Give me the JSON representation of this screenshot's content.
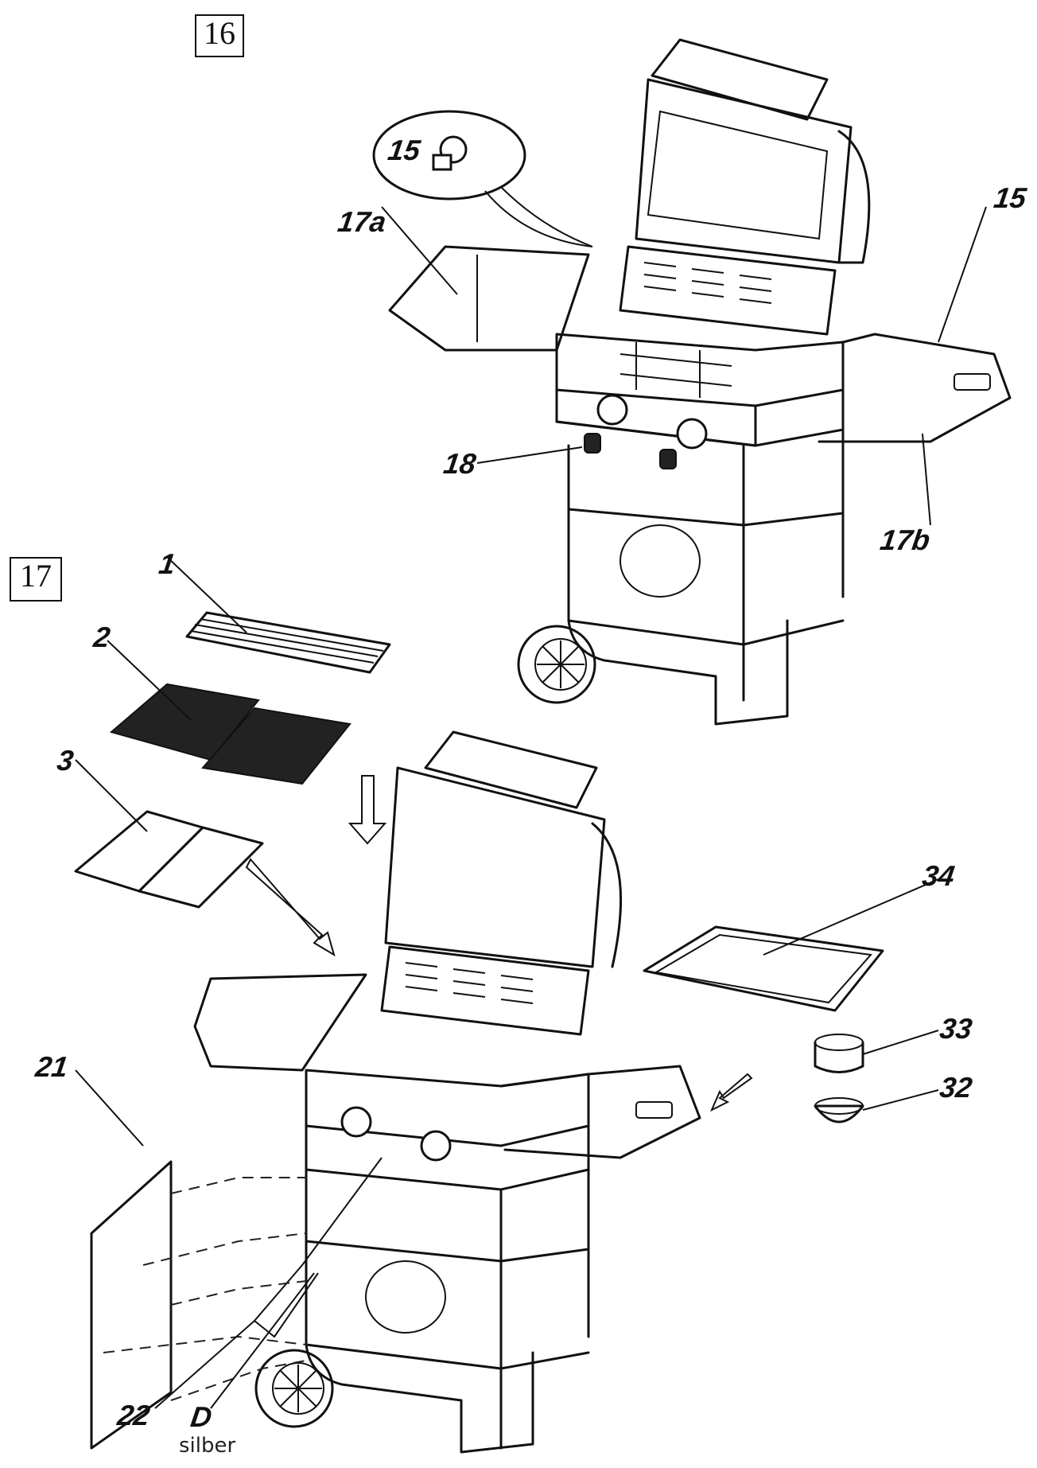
{
  "steps": {
    "step16": "16",
    "step17": "17"
  },
  "callouts": {
    "c15_detail": "15",
    "c17a": "17a",
    "c15_right": "15",
    "c18": "18",
    "c17b": "17b",
    "c1": "1",
    "c2": "2",
    "c3": "3",
    "c34": "34",
    "c33": "33",
    "c32": "32",
    "c21": "21",
    "c22": "22",
    "cD": "D"
  },
  "footer": {
    "color_label": "silber"
  }
}
